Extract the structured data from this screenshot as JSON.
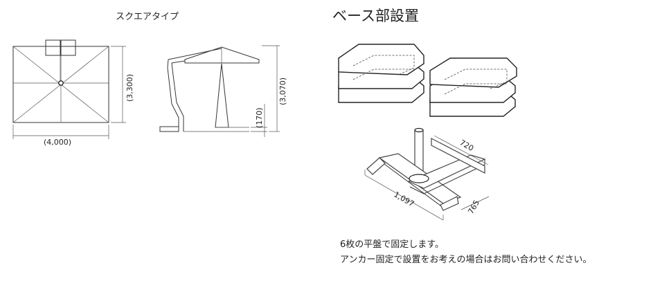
{
  "left_title": "スクエアタイプ",
  "right_title": "ベース部設置",
  "dimensions": {
    "width": "(4,000)",
    "depth": "(3,300)",
    "height": "(3,070)",
    "base_height": "(170)",
    "base_length": "1,097",
    "base_width": "765",
    "base_arm": "720"
  },
  "notes": {
    "line1": "6枚の平盤で固定します。",
    "line2": "アンカー固定で設置をお考えの場合はお問い合わせください。"
  }
}
